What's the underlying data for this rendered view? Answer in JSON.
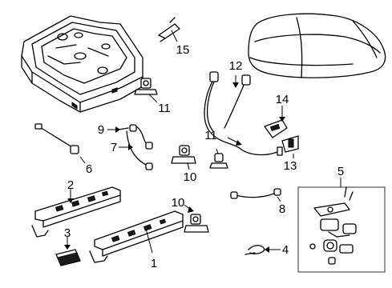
{
  "callouts": {
    "c1": "1",
    "c2": "2",
    "c3": "3",
    "c4": "4",
    "c5": "5",
    "c6": "6",
    "c7": "7",
    "c8": "8",
    "c9": "9",
    "c10a": "10",
    "c10b": "10",
    "c11a": "11",
    "c11b": "11",
    "c12": "12",
    "c13": "13",
    "c14": "14",
    "c15": "15"
  }
}
